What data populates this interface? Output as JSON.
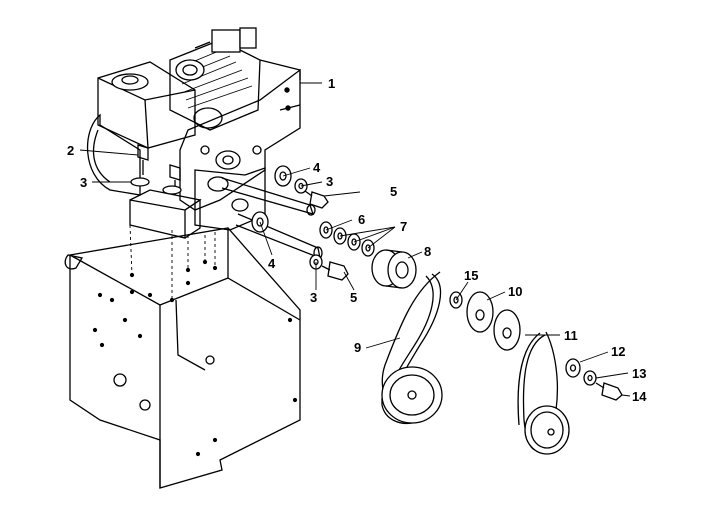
{
  "header": {
    "left_fragment": "",
    "right_fragment": ""
  },
  "callouts": [
    {
      "id": "c1",
      "text": "1"
    },
    {
      "id": "c2",
      "text": "2"
    },
    {
      "id": "c3a",
      "text": "3"
    },
    {
      "id": "c3b",
      "text": "3"
    },
    {
      "id": "c3c",
      "text": "3"
    },
    {
      "id": "c4a",
      "text": "4"
    },
    {
      "id": "c4b",
      "text": "4"
    },
    {
      "id": "c5a",
      "text": "5"
    },
    {
      "id": "c5b",
      "text": "5"
    },
    {
      "id": "c6",
      "text": "6"
    },
    {
      "id": "c7",
      "text": "7"
    },
    {
      "id": "c8",
      "text": "8"
    },
    {
      "id": "c9",
      "text": "9"
    },
    {
      "id": "c10",
      "text": "10"
    },
    {
      "id": "c11",
      "text": "11"
    },
    {
      "id": "c12",
      "text": "12"
    },
    {
      "id": "c13",
      "text": "13"
    },
    {
      "id": "c14",
      "text": "14"
    },
    {
      "id": "c15",
      "text": "15"
    }
  ]
}
